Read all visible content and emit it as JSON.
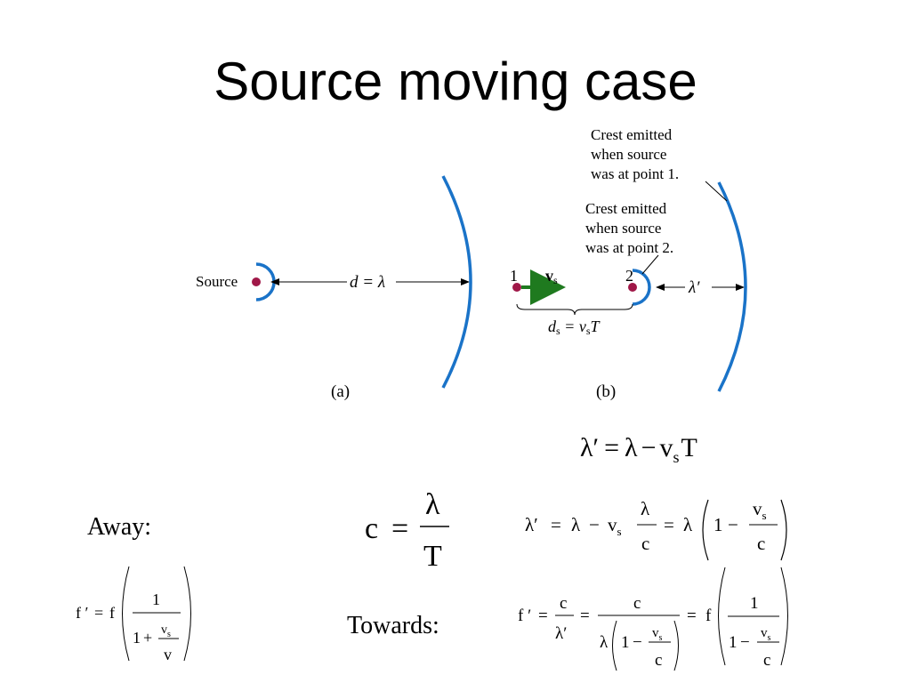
{
  "slide": {
    "title": "Source moving case"
  },
  "diagram": {
    "panel_a": {
      "source_label": "Source",
      "distance_label": "d = λ",
      "caption": "(a)"
    },
    "panel_b": {
      "point1_label": "1",
      "point2_label": "2",
      "velocity_label": "v",
      "velocity_sub": "s",
      "ds_label_main": "d",
      "ds_label_sub": "s",
      "ds_label_eq": " = v",
      "ds_label_sub2": "s",
      "ds_label_T": "T",
      "crest1_note": [
        "Crest emitted",
        "when source",
        "was at point 1."
      ],
      "crest2_note": [
        "Crest emitted",
        "when source",
        "was at point 2."
      ],
      "lambda_prime_label": "λ′",
      "caption": "(b)"
    },
    "colors": {
      "wave": "#1a73c8",
      "source_dot": "#a01848",
      "velocity_arrow": "#1f7a1f"
    }
  },
  "equations": {
    "lambda_prime": {
      "lhs": "λ′",
      "eq": "=",
      "a": "λ",
      "minus": "−",
      "v": "v",
      "sub": "s",
      "T": "T"
    },
    "c_def": {
      "lhs": "c",
      "eq": "=",
      "num": "λ",
      "den": "T"
    },
    "lambda_prime_expanded": {
      "lhs": "λ′",
      "eq1": "=",
      "a": "λ",
      "minus": "−",
      "v": "v",
      "sub": "s",
      "frac_num": "λ",
      "frac_den": "c",
      "eq2": "=",
      "b": "λ",
      "one": "1",
      "minus2": "−",
      "vs_num": "v",
      "vs_sub": "s",
      "vs_den": "c"
    },
    "away_label": "Away:",
    "away_formula": {
      "lhs": "f ′",
      "eq": "=",
      "f": "f",
      "num": "1",
      "den_one": "1",
      "plus": "+",
      "vs_num": "v",
      "vs_sub": "s",
      "vs_den": "v"
    },
    "towards_label": "Towards:",
    "towards_formula": {
      "lhs": "f ′",
      "eq1": "=",
      "c1": "c",
      "lp": "λ′",
      "eq2": "=",
      "c2": "c",
      "lam": "λ",
      "one": "1",
      "minus": "−",
      "vs_num": "v",
      "vs_sub": "s",
      "vs_den": "c",
      "eq3": "=",
      "f": "f",
      "num": "1",
      "one2": "1",
      "minus2": "−",
      "vs2_num": "v",
      "vs2_sub": "s",
      "vs2_den": "c"
    }
  }
}
